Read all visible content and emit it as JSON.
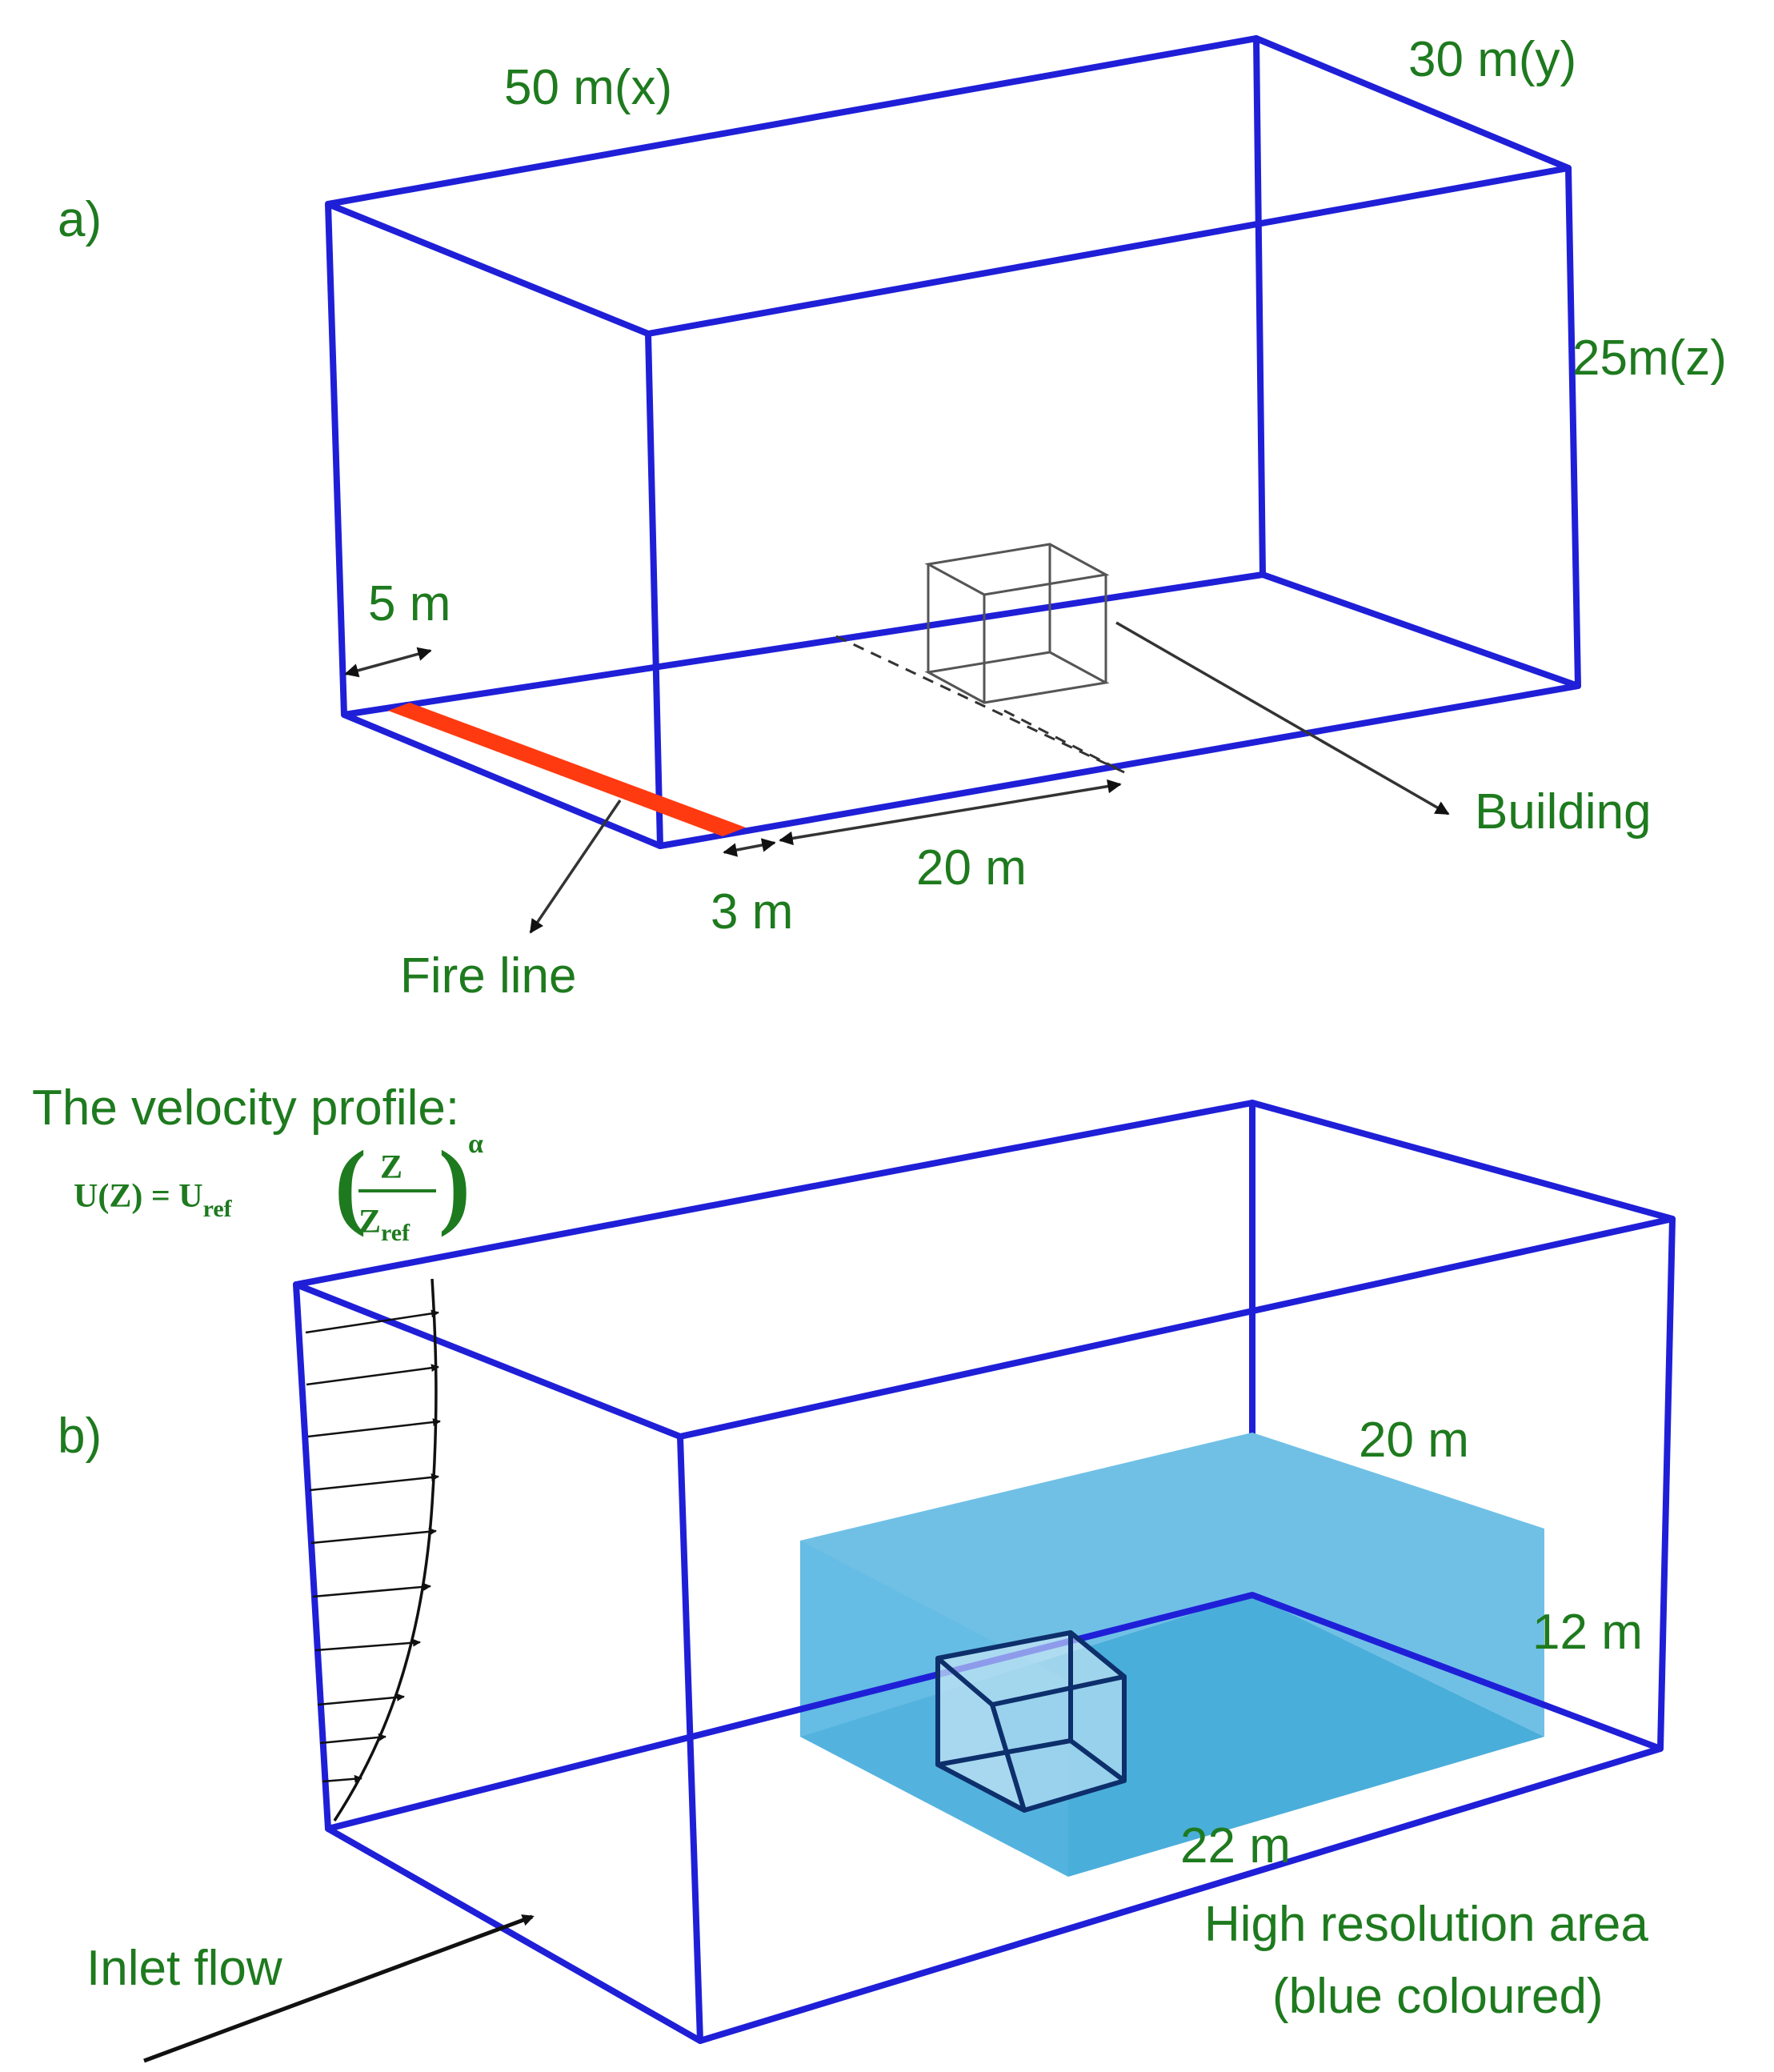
{
  "panel_a": {
    "label": "a)",
    "dim_x": "50 m(x)",
    "dim_y": "30 m(y)",
    "dim_z": "25m(z)",
    "dim_fire_offset": "5 m",
    "dim_gap": "3 m",
    "dim_distance": "20 m",
    "building_label": "Building",
    "fire_label": "Fire line"
  },
  "panel_b": {
    "label": "b)",
    "profile_title": "The velocity profile:",
    "equation": {
      "lhs": "U(Z) = U",
      "uref_sub": "ref",
      "numerator": "Z",
      "denominator": "Z",
      "zref_sub": "ref",
      "exponent": "α"
    },
    "hr_width": "20 m",
    "hr_height": "12 m",
    "hr_length": "22 m",
    "hr_label_line1": "High resolution area",
    "hr_label_line2": "(blue coloured)",
    "inlet_label": "Inlet flow"
  },
  "colors": {
    "domain_box": "#1f1fd8",
    "label_text": "#1e7a1e",
    "fire_line": "#ff3a10",
    "high_res_area": "#4fb3e0"
  }
}
